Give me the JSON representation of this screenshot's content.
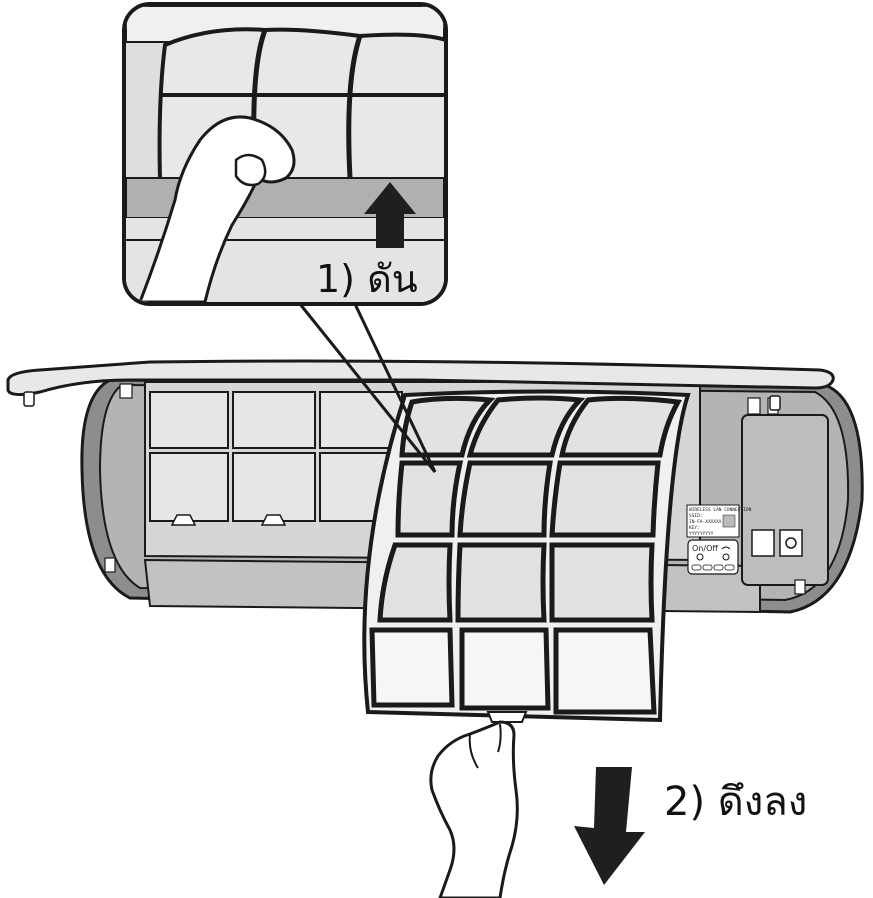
{
  "steps": [
    {
      "label": "1) ดัน"
    },
    {
      "label": "2) ดึงลง"
    }
  ],
  "panel_label": {
    "title": "WIRELESS LAN CONNECTION",
    "line2": "SSID:",
    "line3": "IN-FA-XXXXXX",
    "line4": "KEY:",
    "line5": "YYYYYYYYY"
  },
  "onoff_label": "On/Off",
  "colors": {
    "outline": "#1a1a1a",
    "unit_body": "#a8a8a8",
    "unit_interior": "#cfcfcf",
    "filter_mesh": "#ececec",
    "arrow": "#1f1f1f",
    "background": "#ffffff"
  }
}
